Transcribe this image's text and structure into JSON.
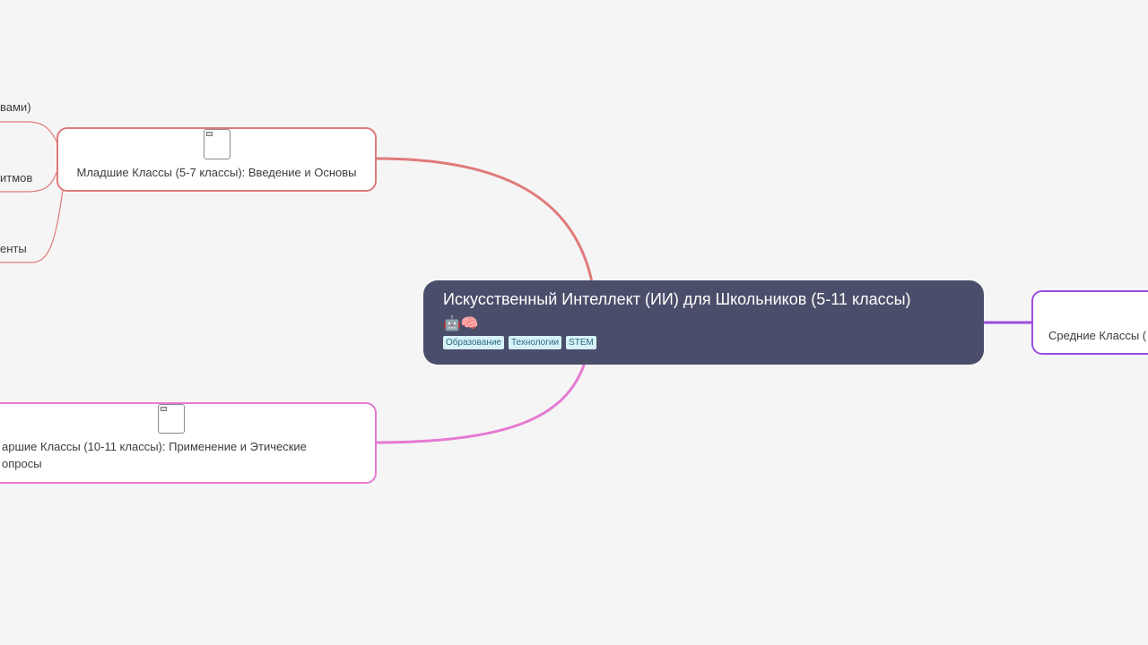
{
  "central": {
    "title": "Искусственный Интеллект (ИИ) для Школьников (5-11 классы)",
    "emoji": "🤖🧠",
    "tags": [
      "Образование",
      "Технологии",
      "STEM"
    ]
  },
  "branches": {
    "junior": {
      "label": "Младшие Классы (5-7 классы): Введение и Основы",
      "color": "#e07a7a"
    },
    "senior": {
      "label": "аршие Классы (10-11 классы): Применение и Этические\nопросы",
      "color": "#e57ad2"
    },
    "middle": {
      "label": "Средние Классы (",
      "color": "#9b4de0"
    }
  },
  "leaves": [
    "вами)",
    "итмов",
    "енты"
  ],
  "icons": {
    "image_placeholder": "image-icon",
    "robot": "robot-emoji",
    "brain": "brain-emoji"
  }
}
